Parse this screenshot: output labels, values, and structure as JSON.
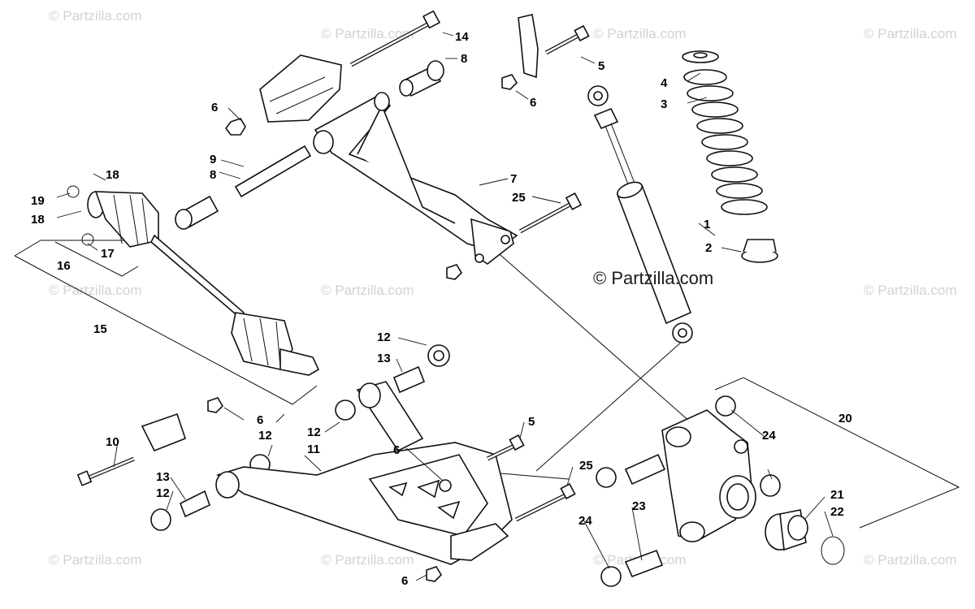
{
  "watermark": {
    "small_text": "© Partzilla.com",
    "main_text": "© Partzilla.com"
  },
  "callouts": {
    "c1": "1",
    "c2": "2",
    "c3": "3",
    "c4": "4",
    "c5a": "5",
    "c5b": "5",
    "c6a": "6",
    "c6b": "6",
    "c6c": "6",
    "c6d": "6",
    "c6e": "6",
    "c7": "7",
    "c8a": "8",
    "c8b": "8",
    "c9": "9",
    "c10": "10",
    "c11": "11",
    "c12a": "12",
    "c12b": "12",
    "c12c": "12",
    "c12d": "12",
    "c13a": "13",
    "c13b": "13",
    "c14": "14",
    "c15": "15",
    "c16": "16",
    "c17": "17",
    "c18a": "18",
    "c18b": "18",
    "c19": "19",
    "c20": "20",
    "c21": "21",
    "c22": "22",
    "c23": "23",
    "c24a": "24",
    "c24b": "24",
    "c25a": "25",
    "c25b": "25"
  },
  "colors": {
    "line": "#111111",
    "watermark": "#d2d2d2",
    "background": "#ffffff"
  }
}
